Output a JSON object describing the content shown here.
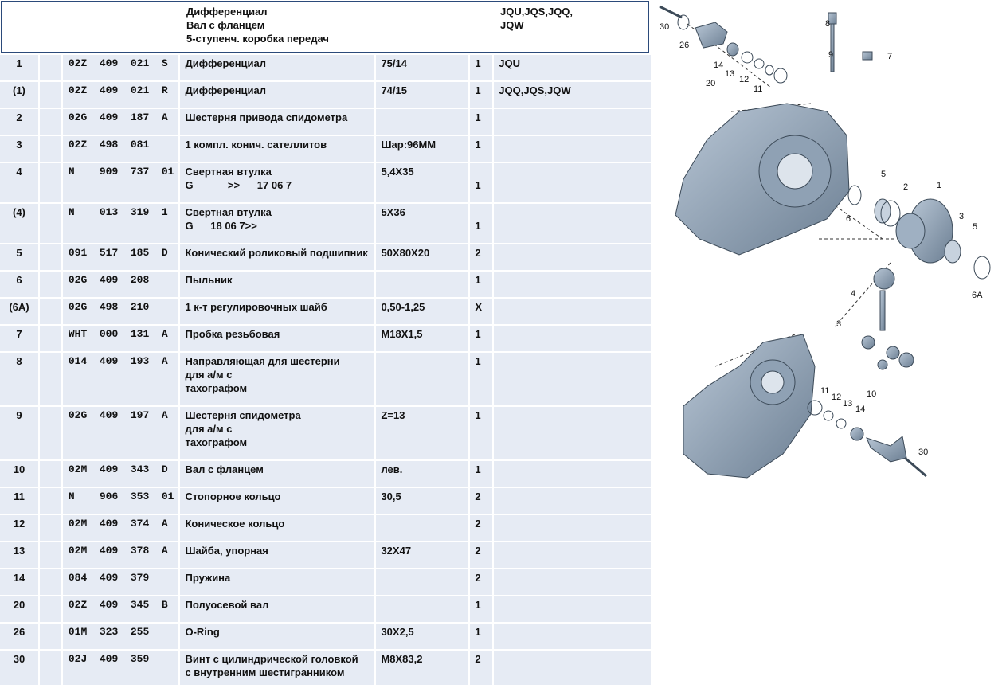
{
  "header": {
    "title_lines": "Дифференциал\nВал с фланцем\n5-ступенч. коробка передач",
    "models": "JQU,JQS,JQQ, JQW"
  },
  "rows": [
    {
      "pos": "1",
      "part": "02Z  409  021  S",
      "name": "Дифференциал",
      "remark": "75/14",
      "qty": "1",
      "model": "JQU"
    },
    {
      "pos": "(1)",
      "part": "02Z  409  021  R",
      "name": "Дифференциал",
      "remark": "74/15",
      "qty": "1",
      "model": "JQQ,JQS,JQW"
    },
    {
      "pos": "2",
      "part": "02G  409  187  A",
      "name": "Шестерня привода спидометра",
      "remark": "",
      "qty": "1",
      "model": ""
    },
    {
      "pos": "3",
      "part": "02Z  498  081",
      "name": "1 компл. конич. сателлитов",
      "remark": "Шар:96ММ",
      "qty": "1",
      "model": ""
    },
    {
      "pos": "4",
      "part": "N    909  737  01",
      "name": "Свертная втулка\nG            >>      17 06 7",
      "remark": "5,4X35",
      "qty": "\n1",
      "model": ""
    },
    {
      "pos": "(4)",
      "part": "N    013  319  1",
      "name": "Свертная втулка\nG      18 06 7>>",
      "remark": "5X36",
      "qty": "\n1",
      "model": ""
    },
    {
      "pos": "5",
      "part": "091  517  185  D",
      "name": "Конический роликовый подшипник",
      "remark": "50X80X20",
      "qty": "2",
      "model": ""
    },
    {
      "pos": "6",
      "part": "02G  409  208",
      "name": "Пыльник",
      "remark": "",
      "qty": "1",
      "model": ""
    },
    {
      "pos": "(6A)",
      "part": "02G  498  210",
      "name": "1 к-т регулировочных шайб",
      "remark": "0,50-1,25",
      "qty": "X",
      "model": ""
    },
    {
      "pos": "7",
      "part": "WHT  000  131  A",
      "name": "Пробка резьбовая",
      "remark": "M18X1,5",
      "qty": "1",
      "model": ""
    },
    {
      "pos": "8",
      "part": "014  409  193  A",
      "name": "Направляющая для шестерни\nдля а/м с\nтахографом",
      "remark": "",
      "qty": "1",
      "model": ""
    },
    {
      "pos": "9",
      "part": "02G  409  197  A",
      "name": "Шестерня спидометра\nдля а/м с\nтахографом",
      "remark": "Z=13",
      "qty": "1",
      "model": ""
    },
    {
      "pos": "10",
      "part": "02M  409  343  D",
      "name": "Вал с фланцем",
      "remark": "лев.",
      "qty": "1",
      "model": ""
    },
    {
      "pos": "11",
      "part": "N    906  353  01",
      "name": "Стопорное кольцо",
      "remark": "30,5",
      "qty": "2",
      "model": ""
    },
    {
      "pos": "12",
      "part": "02M  409  374  A",
      "name": "Коническое кольцо",
      "remark": "",
      "qty": "2",
      "model": ""
    },
    {
      "pos": "13",
      "part": "02M  409  378  A",
      "name": "Шайба, упорная",
      "remark": "32X47",
      "qty": "2",
      "model": ""
    },
    {
      "pos": "14",
      "part": "084  409  379",
      "name": "Пружина",
      "remark": "",
      "qty": "2",
      "model": ""
    },
    {
      "pos": "20",
      "part": "02Z  409  345  B",
      "name": "Полуосевой вал",
      "remark": "",
      "qty": "1",
      "model": ""
    },
    {
      "pos": "26",
      "part": "01M  323  255",
      "name": "O-Ring",
      "remark": "30X2,5",
      "qty": "1",
      "model": ""
    },
    {
      "pos": "30",
      "part": "02J  409  359",
      "name": "Винт с цилиндрической головкой\nс внутренним шестигранником",
      "remark": "M8X83,2",
      "qty": "2",
      "model": ""
    }
  ],
  "diagram": {
    "callouts": [
      "30",
      "26",
      "20",
      "14",
      "13",
      "12",
      "11",
      "8",
      "9",
      "7",
      "5",
      "2",
      "1",
      "3",
      "6",
      "5",
      "6A",
      "4",
      "3",
      "11",
      "12",
      "13",
      "14",
      "10",
      "30"
    ]
  }
}
